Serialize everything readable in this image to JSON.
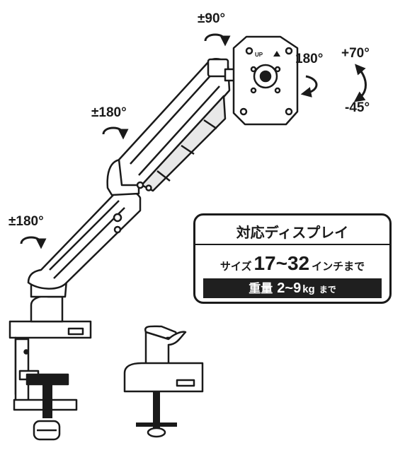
{
  "rotations": {
    "swivel_top": "±90°",
    "swivel_middle": "±180°",
    "swivel_bottom": "±180°",
    "rotate": "180°",
    "tilt_up": "+70°",
    "tilt_down": "-45°"
  },
  "vesa_mark": "UP",
  "spec_card": {
    "title": "対応ディスプレイ",
    "size_prefix": "サイズ",
    "size_range": "17~32",
    "size_suffix": "インチまで",
    "weight_prefix": "重量",
    "weight_range": "2~9",
    "weight_unit": "kg",
    "weight_suffix": "まで"
  },
  "colors": {
    "line": "#1a1a1a",
    "fill": "#ffffff",
    "card_bar": "#1f1f1f"
  }
}
